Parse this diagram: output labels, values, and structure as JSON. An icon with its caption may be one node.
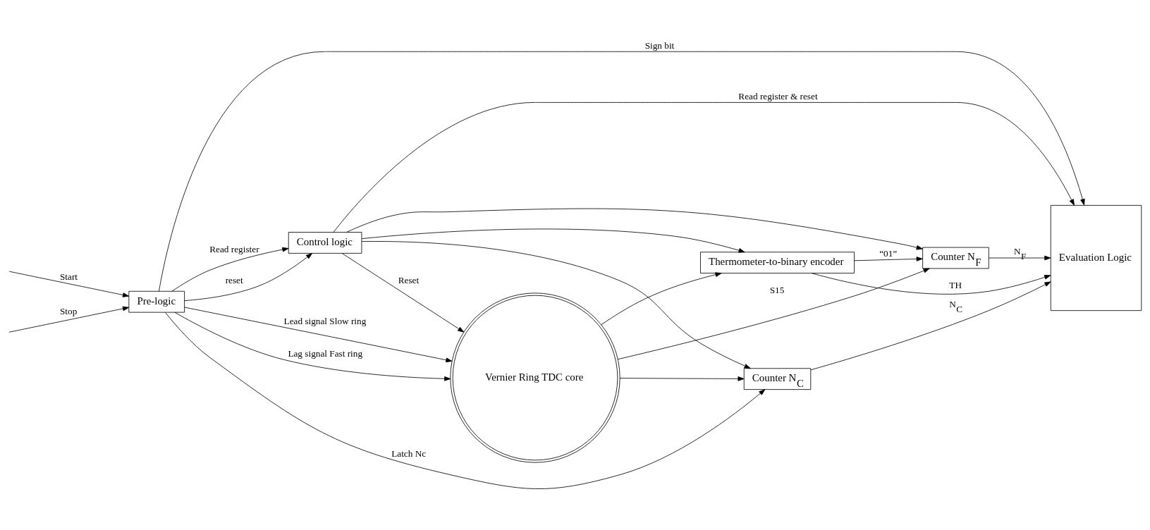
{
  "diagram": {
    "nodes": [
      {
        "text": [
          "Pre-logic"
        ]
      },
      {
        "text": [
          "Control logic"
        ]
      },
      {
        "text": [
          "Vernier Ring TDC core"
        ]
      },
      {
        "text": [
          "Counter N$_{F}$"
        ]
      },
      {
        "text": [
          "Counter N$_{C}$"
        ]
      },
      {
        "text": [
          "Thermometer-to-binary encoder"
        ]
      },
      {
        "text": [
          "Evaluation Logic"
        ]
      }
    ],
    "edges": [
      {
        "from": null,
        "to": 0,
        "arrow": "to",
        "label": "Start"
      },
      {
        "from": null,
        "to": 0,
        "arrow": "to",
        "label": "Stop"
      },
      {
        "from": 0,
        "to": 1,
        "arrow": "to",
        "label": "Read register"
      },
      {
        "from": 0,
        "to": 1,
        "arrow": "to",
        "label": "reset"
      },
      {
        "from": 1,
        "to": 2,
        "arrow": "to",
        "label": "Reset"
      },
      {
        "from": 0,
        "to": 2,
        "arrow": "to",
        "label": "Lead signal Slow ring"
      },
      {
        "from": 0,
        "to": 2,
        "arrow": "to",
        "label": "Lag signal Fast ring"
      },
      {
        "from": 0,
        "to": 4,
        "arrow": "to",
        "label": "Latch Nc"
      },
      {
        "from": 2,
        "to": 3,
        "arrow": "to",
        "label": "S15"
      },
      {
        "from": 2,
        "to": 4,
        "arrow": "to"
      },
      {
        "from": 2,
        "to": 5,
        "arrow": "to"
      },
      {
        "from": 5,
        "to": 3,
        "arrow": "to",
        "label": "“01”"
      },
      {
        "from": 1,
        "to": 6,
        "arrow": "to",
        "label": "Read register & reset"
      },
      {
        "from": 1,
        "to": 3,
        "arrow": "to"
      },
      {
        "from": 1,
        "to": 4,
        "arrow": "to"
      },
      {
        "from": 1,
        "to": 5,
        "arrow": "to"
      },
      {
        "from": 3,
        "to": 6,
        "arrow": "to",
        "label": "N$_{F}$"
      },
      {
        "from": 4,
        "to": 6,
        "arrow": "to",
        "label": "N$_{C}$"
      },
      {
        "from": 5,
        "to": 6,
        "arrow": "to",
        "label": "TH"
      },
      {
        "from": 0,
        "to": 6,
        "arrow": "to",
        "label": "Sign bit"
      }
    ]
  }
}
